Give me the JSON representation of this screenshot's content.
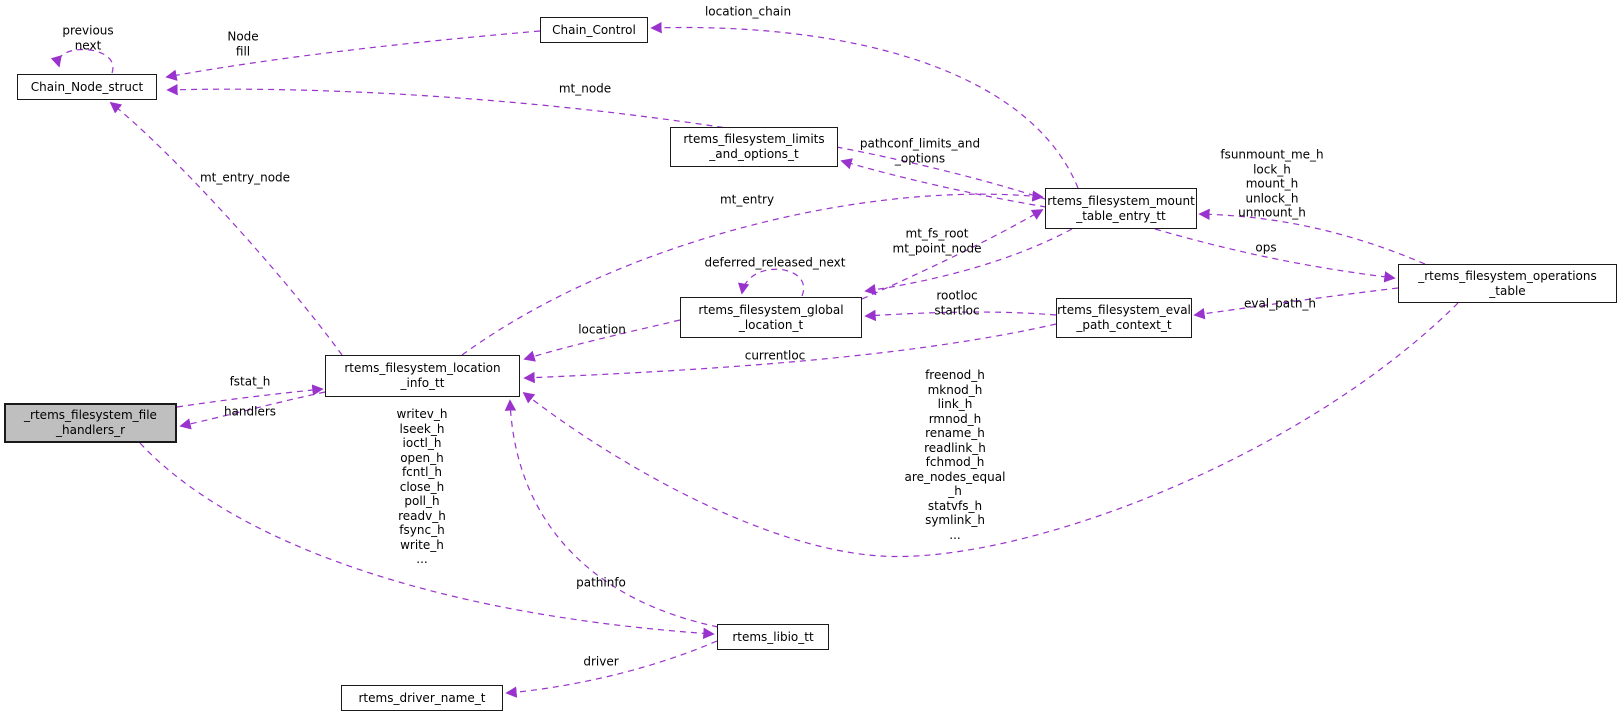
{
  "diagram": {
    "type": "doxygen-collaboration-graph",
    "edge_color": "#9a32cd",
    "node_fill": "#ffffff",
    "highlight_fill": "#bfbfbf",
    "nodes": {
      "chain_node_struct": {
        "label": "Chain_Node_struct"
      },
      "chain_control": {
        "label": "Chain_Control"
      },
      "limits": {
        "label": "rtems_filesystem_limits\n_and_options_t"
      },
      "mount": {
        "label": "rtems_filesystem_mount\n_table_entry_tt"
      },
      "ops_table": {
        "label": "_rtems_filesystem_operations\n_table"
      },
      "global_location": {
        "label": "rtems_filesystem_global\n_location_t"
      },
      "eval_context": {
        "label": "rtems_filesystem_eval\n_path_context_t"
      },
      "location_info": {
        "label": "rtems_filesystem_location\n_info_tt"
      },
      "file_handlers": {
        "label": "_rtems_filesystem_file\n_handlers_r"
      },
      "libio": {
        "label": "rtems_libio_tt"
      },
      "driver_name": {
        "label": "rtems_driver_name_t"
      }
    },
    "edge_labels": {
      "previous_next": "previous\nnext",
      "node_fill": "Node\nfill",
      "location_chain": "location_chain",
      "mt_node": "mt_node",
      "pathconf": "pathconf_limits_and\n_options",
      "mt_entry_node": "mt_entry_node",
      "mt_entry": "mt_entry",
      "fsunmount_stack": "fsunmount_me_h\nlock_h\nmount_h\nunlock_h\nunmount_h",
      "ops": "ops",
      "eval_path_h": "eval_path_h",
      "mt_fs_root": "mt_fs_root\nmt_point_node",
      "deferred_released_next": "deferred_released_next",
      "rootloc_startloc": "rootloc\nstartloc",
      "location": "location",
      "currentloc": "currentloc",
      "freenod_stack": "freenod_h\nmknod_h\nlink_h\nrmnod_h\nrename_h\nreadlink_h\nfchmod_h\nare_nodes_equal\n_h\nstatvfs_h\nsymlink_h\n...",
      "writev_stack": "writev_h\nlseek_h\nioctl_h\nopen_h\nfcntl_h\nclose_h\npoll_h\nreadv_h\nfsync_h\nwrite_h\n...",
      "fstat_h": "fstat_h",
      "handlers": "handlers",
      "pathinfo": "pathinfo",
      "driver": "driver"
    }
  }
}
